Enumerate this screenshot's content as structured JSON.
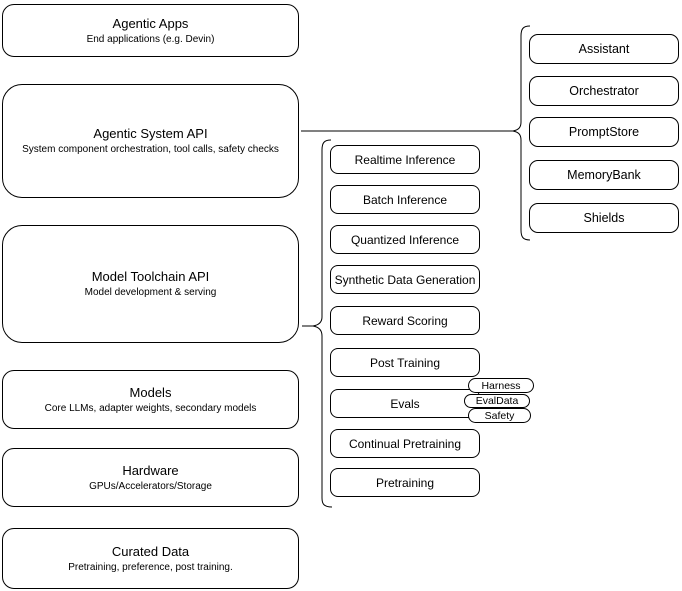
{
  "diagram": {
    "stack": [
      {
        "title": "Agentic Apps",
        "subtitle": "End applications (e.g. Devin)"
      },
      {
        "title": "Agentic System API",
        "subtitle": "System component orchestration, tool calls, safety checks"
      },
      {
        "title": "Model Toolchain API",
        "subtitle": "Model development & serving"
      },
      {
        "title": "Models",
        "subtitle": "Core LLMs, adapter weights, secondary models"
      },
      {
        "title": "Hardware",
        "subtitle": "GPUs/Accelerators/Storage"
      },
      {
        "title": "Curated Data",
        "subtitle": "Pretraining, preference, post training."
      }
    ],
    "toolchain_items": [
      "Realtime Inference",
      "Batch Inference",
      "Quantized Inference",
      "Synthetic Data Generation",
      "Reward Scoring",
      "Post Training",
      "Evals",
      "Continual Pretraining",
      "Pretraining"
    ],
    "eval_tags": [
      "Harness",
      "EvalData",
      "Safety"
    ],
    "system_components": [
      "Assistant",
      "Orchestrator",
      "PromptStore",
      "MemoryBank",
      "Shields"
    ],
    "colors": {
      "stroke": "#000000",
      "fill": "#ffffff"
    }
  }
}
